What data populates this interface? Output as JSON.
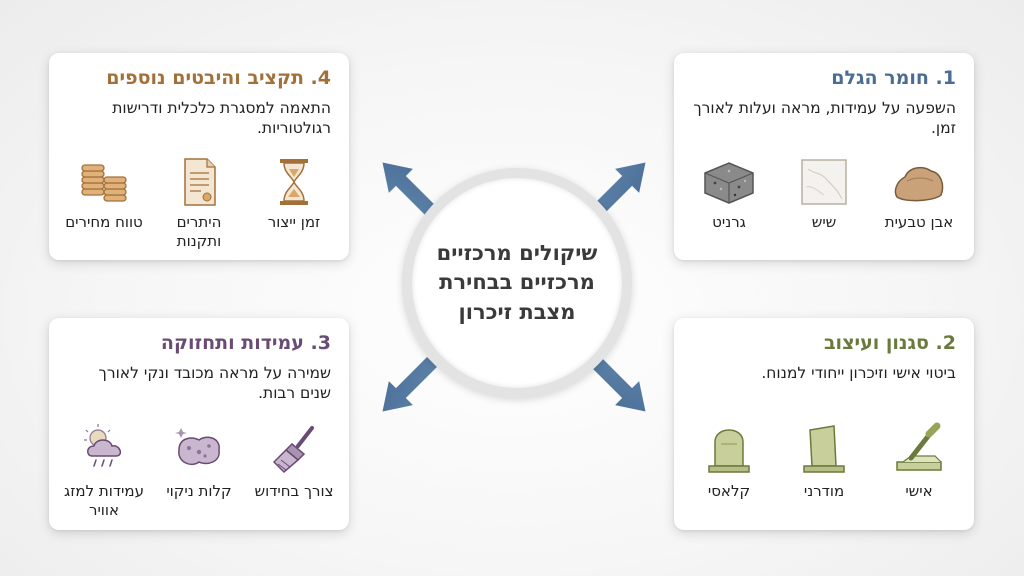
{
  "center": {
    "title": "שיקולים מרכזיים מרכזיים בבחירת מצבת זיכרון"
  },
  "cards": [
    {
      "title": "1. חומר הגלם",
      "description": "השפעה על עמידות, מראה ועלות לאורך זמן.",
      "color": "#4b6c94",
      "items": [
        {
          "label": "אבן טבעית",
          "icon": "natural-stone-icon"
        },
        {
          "label": "שיש",
          "icon": "marble-icon"
        },
        {
          "label": "גרניט",
          "icon": "granite-icon"
        }
      ]
    },
    {
      "title": "2. סגנון ועיצוב",
      "description": "ביטוי אישי וזיכרון ייחודי למנוח.",
      "color": "#6b7a3c",
      "items": [
        {
          "label": "אישי",
          "icon": "chisel-engraving-icon"
        },
        {
          "label": "מודרני",
          "icon": "modern-headstone-icon"
        },
        {
          "label": "קלאסי",
          "icon": "classic-headstone-icon"
        }
      ]
    },
    {
      "title": "3. עמידות ותחזוקה",
      "description": "שמירה על מראה מכובד ונקי לאורך שנים רבות.",
      "color": "#6a4b73",
      "items": [
        {
          "label": "צורך בחידוש",
          "icon": "brush-icon"
        },
        {
          "label": "קלות ניקוי",
          "icon": "sponge-icon"
        },
        {
          "label": "עמידות למזג אוויר",
          "icon": "weather-icon"
        }
      ]
    },
    {
      "title": "4. תקציב והיבטים נוספים",
      "description": "התאמה למסגרת כלכלית ודרישות רגולטוריות.",
      "color": "#a3703a",
      "items": [
        {
          "label": "זמן ייצור",
          "icon": "hourglass-icon"
        },
        {
          "label": "היתרים ותקנות",
          "icon": "document-icon"
        },
        {
          "label": "טווח מחירים",
          "icon": "coins-icon"
        }
      ]
    }
  ]
}
